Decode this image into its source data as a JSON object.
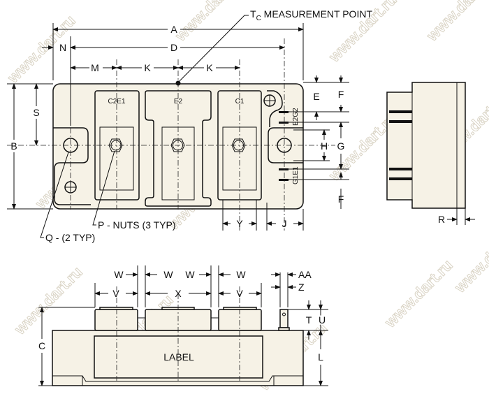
{
  "watermark": "www.dart.ru",
  "colors": {
    "body_fill": "#f6f2e6",
    "line": "#111111"
  },
  "top_view": {
    "tc_label_main": "T",
    "tc_label_sub": "C",
    "tc_label_rest": " MEASUREMENT POINT",
    "dims": {
      "A": "A",
      "D": "D",
      "N": "N",
      "M": "M",
      "K1": "K",
      "K2": "K",
      "B": "B",
      "S": "S",
      "E": "E",
      "F1": "F",
      "F2": "F",
      "G": "G",
      "H": "H",
      "Y": "Y",
      "J": "J"
    },
    "terminals": {
      "left": "C2E1",
      "center": "E2",
      "right": "C1"
    },
    "gate_upper": "E2G2",
    "gate_lower": "G1E1",
    "callout_nuts": "P - NUTS (3 TYP)",
    "callout_holes": "Q - (2 TYP)"
  },
  "side_view": {
    "R": "R"
  },
  "front_view": {
    "W1": "W",
    "W2": "W",
    "W3": "W",
    "W4": "W",
    "V1": "V",
    "V2": "V",
    "X": "X",
    "AA": "AA",
    "Z": "Z",
    "T": "T",
    "U": "U",
    "C": "C",
    "L": "L",
    "label": "LABEL"
  }
}
